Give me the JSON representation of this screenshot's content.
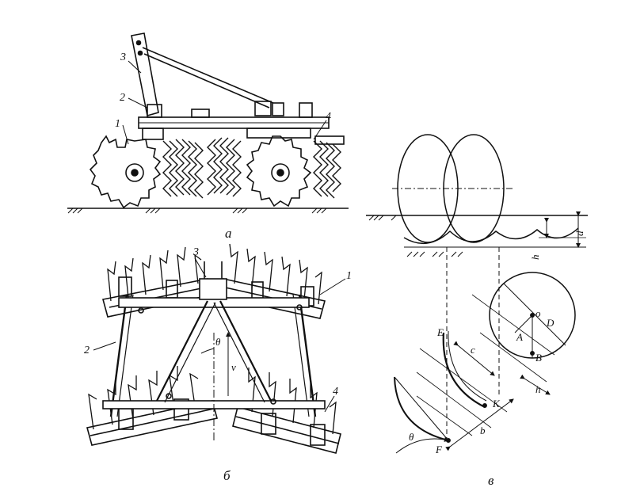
{
  "figure": {
    "captions": {
      "a": "а",
      "b": "б",
      "c": "в"
    },
    "panel_a": {
      "part_labels": {
        "p1": "1",
        "p2": "2",
        "p3": "3",
        "p4": "4"
      }
    },
    "panel_b": {
      "part_labels": {
        "p1": "1",
        "p2": "2",
        "p3": "3",
        "p4": "4"
      },
      "angle_label": "θ",
      "direction_label": "v"
    },
    "panel_c": {
      "dims": {
        "d": "d",
        "h": "h"
      },
      "points": {
        "E": "E",
        "F": "F",
        "K": "K",
        "A": "A",
        "B": "B",
        "D": "D",
        "o": "o"
      },
      "segments": {
        "b": "b",
        "c": "c",
        "h": "h"
      },
      "angle_label": "θ"
    }
  }
}
